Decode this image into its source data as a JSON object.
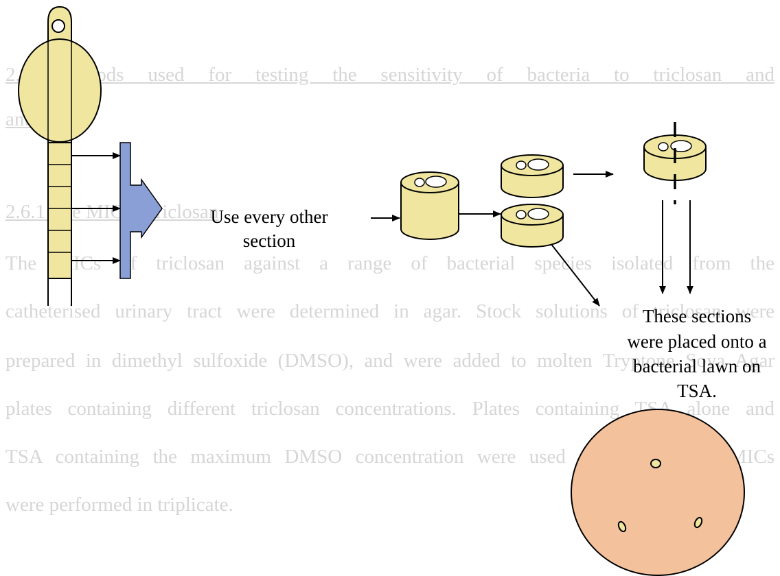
{
  "background_text": {
    "heading_1": "2.6 Methods used for testing the sensitivity of bacteria to triclosan and",
    "heading_1_cont": "antibiotics",
    "heading_2": "2.6.1 The MIC of triclosan",
    "paragraph_lines": [
      "The MICs of triclosan against a range of bacterial species isolated from the",
      "catheterised urinary tract were determined in agar. Stock solutions of triclosan were",
      "prepared in dimethyl sulfoxide (DMSO), and were added to molten Tryptone Soya Agar",
      "plates containing different triclosan concentrations. Plates containing TSA alone and",
      "TSA containing the maximum DMSO concentration were used as controls. All MICs",
      "were performed in triplicate."
    ]
  },
  "diagram": {
    "label_select": [
      "Use every other",
      "section"
    ],
    "label_place": [
      "These sections",
      "were placed onto a",
      "bacterial lawn on",
      "TSA."
    ]
  },
  "colors": {
    "catheter_yellow": "#f0e6a0",
    "arrow_blue": "#8a9fd6",
    "agar_plate": "#f3c19b",
    "outline": "#000000"
  }
}
